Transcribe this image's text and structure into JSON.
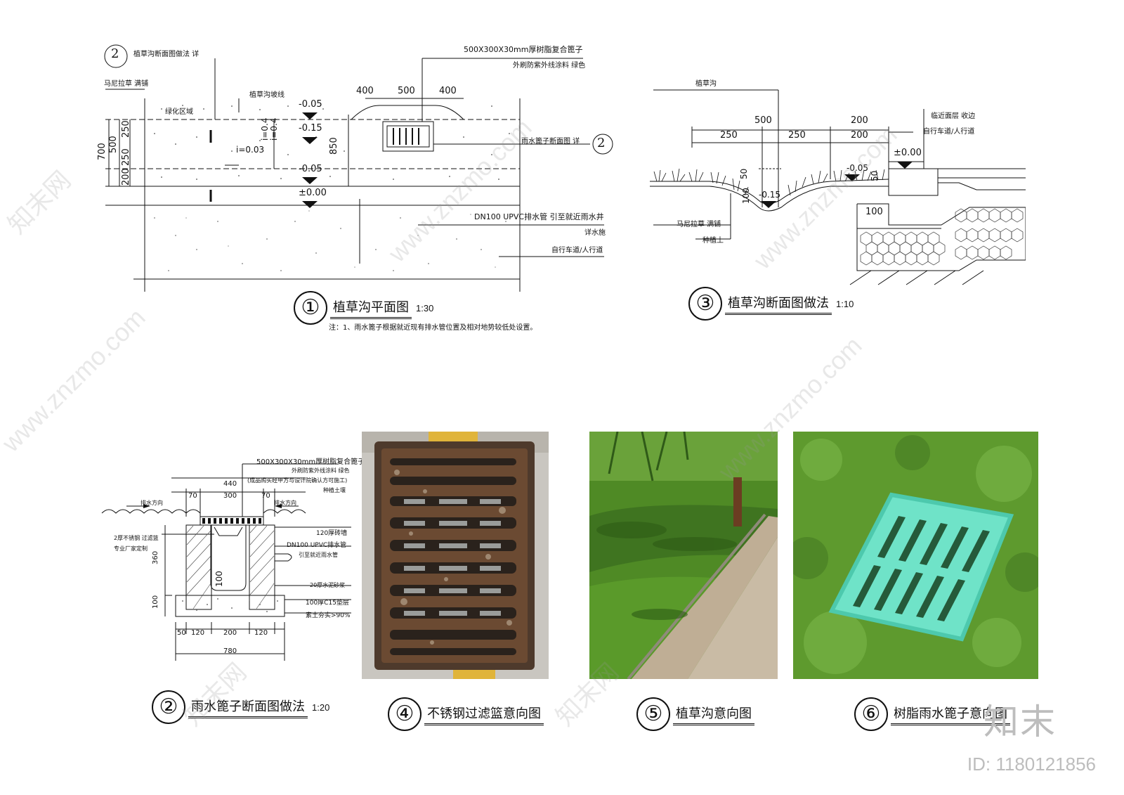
{
  "plan": {
    "title": "植草沟平面图",
    "scale": "1:30",
    "num": "①",
    "ref_label": "植草沟断面图做法  详",
    "ref_num": "2",
    "grass": "马尼拉草  满铺",
    "slope_line": "植草沟坡线",
    "green_area": "绿化区域",
    "grate_spec": "500X300X30mm厚树脂复合篦子",
    "grate_coat": "外刷防紫外线涂料  绿色",
    "grate_ref": "雨水篦子断面图  详",
    "grate_ref_num": "2",
    "pipe": "DN100  UPVC排水管  引至就近雨水井",
    "pipe_ref": "详水施",
    "road": "自行车道/人行道",
    "elev_a": "-0.05",
    "elev_b": "-0.15",
    "elev_c": "-0.05",
    "elev_d": "±0.00",
    "slope_1": "i=0.03",
    "slope_2": "i=0.4",
    "slope_3": "i=0.4",
    "dim_400a": "400",
    "dim_500": "500",
    "dim_400b": "400",
    "dim_850": "850",
    "dim_700": "700",
    "dim_500v": "500",
    "dim_250a": "250",
    "dim_250b": "250",
    "dim_200": "200",
    "note": "注：1、雨水篦子根据就近现有排水管位置及相对地势较低处设置。"
  },
  "section3": {
    "title": "植草沟断面图做法",
    "scale": "1:10",
    "num": "③",
    "top_label": "植草沟",
    "edge_label": "临近面层  收边",
    "road": "自行车道/人行道",
    "grass": "马尼拉草  满铺",
    "soil": "种植土",
    "dim_500": "500",
    "dim_250a": "250",
    "dim_250b": "250",
    "dim_200a": "200",
    "dim_200b": "200",
    "dim_50a": "50",
    "dim_50b": "50",
    "dim_100a": "100",
    "dim_100b": "100",
    "elev_0": "±0.00",
    "elev_a": "-0.05",
    "elev_b": "-0.15"
  },
  "section2": {
    "title": "雨水篦子断面图做法",
    "scale": "1:20",
    "num": "②",
    "spec": "500X300X30mm厚树脂复合篦子",
    "coat": "外刷防紫外线涂料  绿色",
    "coat_note": "(成品购买经甲方与设计院确认方可施工)",
    "soil": "种植土壤",
    "flow_left": "排水方向",
    "flow_right": "排水方向",
    "basket": "2厚不锈钢  过滤篮",
    "basket_note": "专业厂家定制",
    "wall": "120厚砖墙",
    "pipe": "DN100  UPVC排水管",
    "pipe_note": "引至就近雨水管",
    "mortar": "20厚水泥砂浆",
    "cushion": "100厚C15垫层",
    "compact": "素土夯实>90%",
    "dim_440": "440",
    "dim_70a": "70",
    "dim_300": "300",
    "dim_70b": "70",
    "dim_360": "360",
    "dim_100v": "100",
    "dim_100in": "100",
    "dim_50": "50",
    "dim_120a": "120",
    "dim_200": "200",
    "dim_120b": "120",
    "dim_780": "780"
  },
  "photos": {
    "p4": {
      "num": "④",
      "title": "不锈钢过滤篮意向图"
    },
    "p5": {
      "num": "⑤",
      "title": "植草沟意向图"
    },
    "p6": {
      "num": "⑥",
      "title": "树脂雨水篦子意向图"
    }
  },
  "watermark": {
    "id": "ID: 1180121856",
    "logo": "知末",
    "site": "www.znzmo.com",
    "brand": "知末网"
  },
  "colors": {
    "line": "#111111",
    "grass_photo": "#5a9a2a",
    "grate_green": "#6fe3c8",
    "rust": "#6b4a32"
  }
}
